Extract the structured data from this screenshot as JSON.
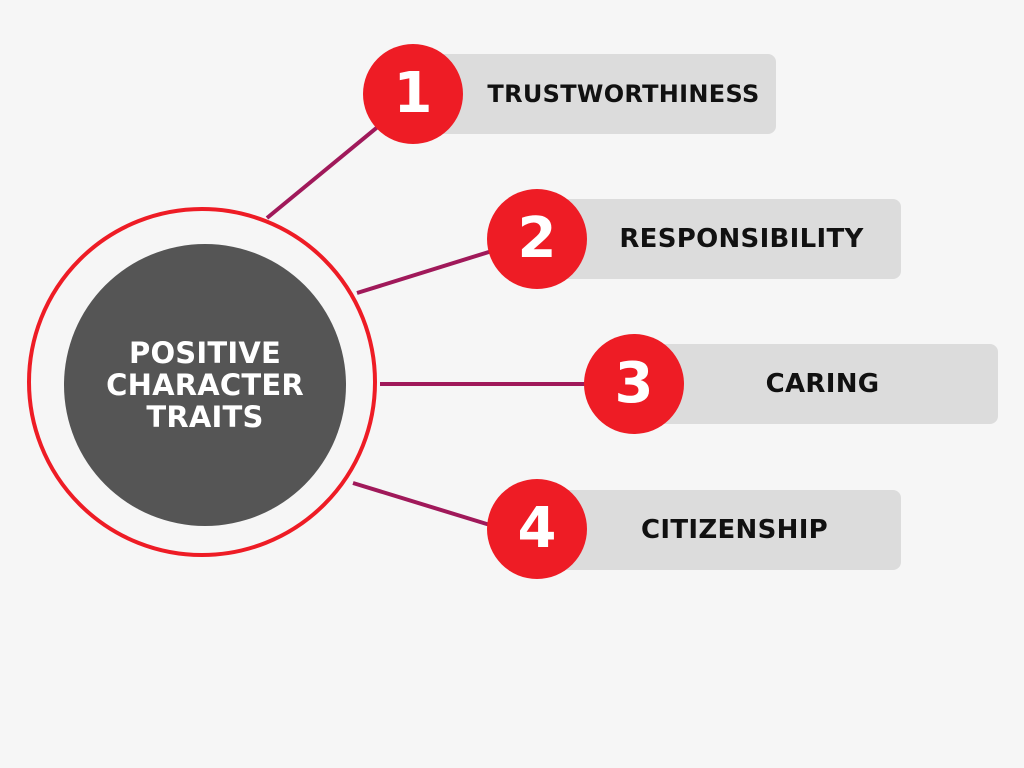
{
  "center": {
    "title_lines": [
      "POSITIVE",
      "CHARACTER",
      "TRAITS"
    ]
  },
  "traits": [
    {
      "number": "1",
      "label": "TRUSTWORTHINESS"
    },
    {
      "number": "2",
      "label": "RESPONSIBILITY"
    },
    {
      "number": "3",
      "label": "CARING"
    },
    {
      "number": "4",
      "label": "CITIZENSHIP"
    }
  ],
  "colors": {
    "background": "#f6f6f6",
    "accent_red": "#ee1c25",
    "center_fill": "#555555",
    "connector": "#a0195a",
    "label_box": "#dcdcdc",
    "label_text": "#111111"
  }
}
